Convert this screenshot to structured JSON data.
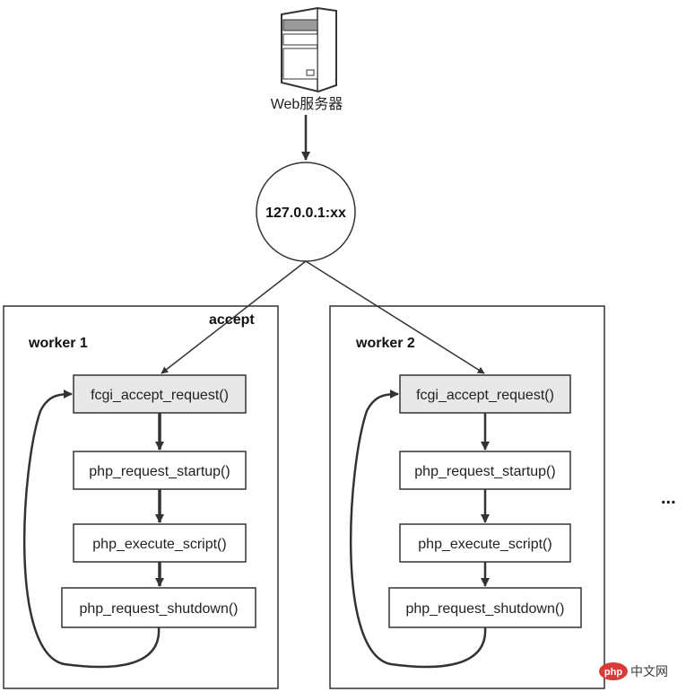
{
  "server": {
    "label": "Web服务器",
    "icon": "server-icon"
  },
  "socket": {
    "label": "127.0.0.1:xx"
  },
  "edge_labels": {
    "accept": "accept"
  },
  "workers": [
    {
      "title": "worker 1",
      "steps": [
        "fcgi_accept_request()",
        "php_request_startup()",
        "php_execute_script()",
        "php_request_shutdown()"
      ]
    },
    {
      "title": "worker 2",
      "steps": [
        "fcgi_accept_request()",
        "php_request_startup()",
        "php_execute_script()",
        "php_request_shutdown()"
      ]
    }
  ],
  "more_indicator": "...",
  "watermark": {
    "logo_text": "php",
    "site_text": "中文网"
  },
  "colors": {
    "line": "#333333",
    "accept_box_fill": "#e8e8e8",
    "box_fill": "#ffffff",
    "logo_red": "#d93a3a"
  }
}
